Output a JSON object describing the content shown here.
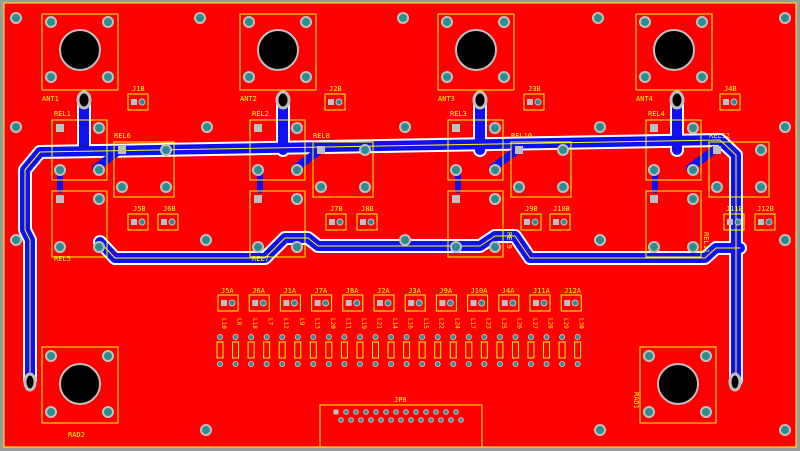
{
  "colors": {
    "background": "#9a9a9a",
    "copper_top": "#ff0000",
    "copper_bottom": "#1010f0",
    "silkscreen": "#ffff00",
    "pad": "#c0c0c0",
    "via": "#2b8f8f",
    "hole": "#000000"
  },
  "board": {
    "connectors": {
      "ant1": "ANT1",
      "ant2": "ANT2",
      "ant3": "ANT3",
      "ant4": "ANT4",
      "rad1": "RAD1",
      "rad2": "RAD2"
    },
    "headers": {
      "j1b": "J1B",
      "j2b": "J2B",
      "j3b": "J3B",
      "j4b": "J4B",
      "j5b": "J5B",
      "j6b": "J6B",
      "j7b": "J7B",
      "j8b": "J8B",
      "j9b": "J9B",
      "j10b": "J10B",
      "j11b": "J11B",
      "j12b": "J12B"
    },
    "relays": {
      "rel1": "REL1",
      "rel2": "REL2",
      "rel3": "REL3",
      "rel4": "REL4",
      "rel5": "REL5",
      "rel6": "REL6",
      "rel7": "REL7",
      "rel8": "REL8",
      "rel9": "REL9",
      "rel10": "REL10",
      "rel11": "REL11",
      "rel12": "REL12"
    },
    "jumper_row": [
      "J5A",
      "J6A",
      "J1A",
      "J7A",
      "J8A",
      "J2A",
      "J3A",
      "J9A",
      "J10A",
      "J4A",
      "J11A",
      "J12A"
    ],
    "led_labels": [
      "L10",
      "L8",
      "L18",
      "L7",
      "L12",
      "L9",
      "L13",
      "L20",
      "L11",
      "L19",
      "L21",
      "L14",
      "L16",
      "L15",
      "L22",
      "L24",
      "L17",
      "L23",
      "L25",
      "L26",
      "L27",
      "L28",
      "L29",
      "L30"
    ],
    "main_connector": "JP8"
  }
}
